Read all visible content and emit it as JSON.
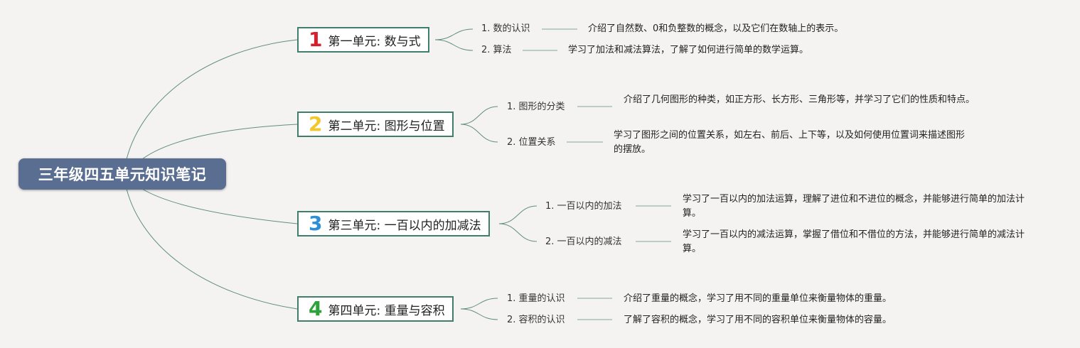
{
  "root": {
    "title": "三年级四五单元知识笔记"
  },
  "colors": {
    "root_bg": "#5a6e92",
    "unit_border": "#3f7e6d",
    "link": "#5f8f7c",
    "num_1": "#d81e2b",
    "num_2": "#f2c72b",
    "num_3": "#2d8fd5",
    "num_4": "#2ea23a"
  },
  "units": [
    {
      "num": "1",
      "title": "第一单元: 数与式",
      "topics": [
        {
          "label": "1. 数的认识",
          "desc": "介绍了自然数、0和负整数的概念，以及它们在数轴上的表示。"
        },
        {
          "label": "2. 算法",
          "desc": "学习了加法和减法算法，了解了如何进行简单的数学运算。"
        }
      ]
    },
    {
      "num": "2",
      "title": "第二单元: 图形与位置",
      "topics": [
        {
          "label": "1. 图形的分类",
          "desc": "介绍了几何图形的种类，如正方形、长方形、三角形等，并学习了它们的性质和特点。"
        },
        {
          "label": "2. 位置关系",
          "desc": "学习了图形之间的位置关系，如左右、前后、上下等，以及如何使用位置词来描述图形的摆放。"
        }
      ]
    },
    {
      "num": "3",
      "title": "第三单元: 一百以内的加减法",
      "topics": [
        {
          "label": "1. 一百以内的加法",
          "desc": "学习了一百以内的加法运算，理解了进位和不进位的概念，并能够进行简单的加法计算。"
        },
        {
          "label": "2. 一百以内的减法",
          "desc": "学习了一百以内的减法运算，掌握了借位和不借位的方法，并能够进行简单的减法计算。"
        }
      ]
    },
    {
      "num": "4",
      "title": "第四单元: 重量与容积",
      "topics": [
        {
          "label": "1. 重量的认识",
          "desc": "介绍了重量的概念，学习了用不同的重量单位来衡量物体的重量。"
        },
        {
          "label": "2. 容积的认识",
          "desc": "了解了容积的概念，学习了用不同的容积单位来衡量物体的容量。"
        }
      ]
    }
  ]
}
